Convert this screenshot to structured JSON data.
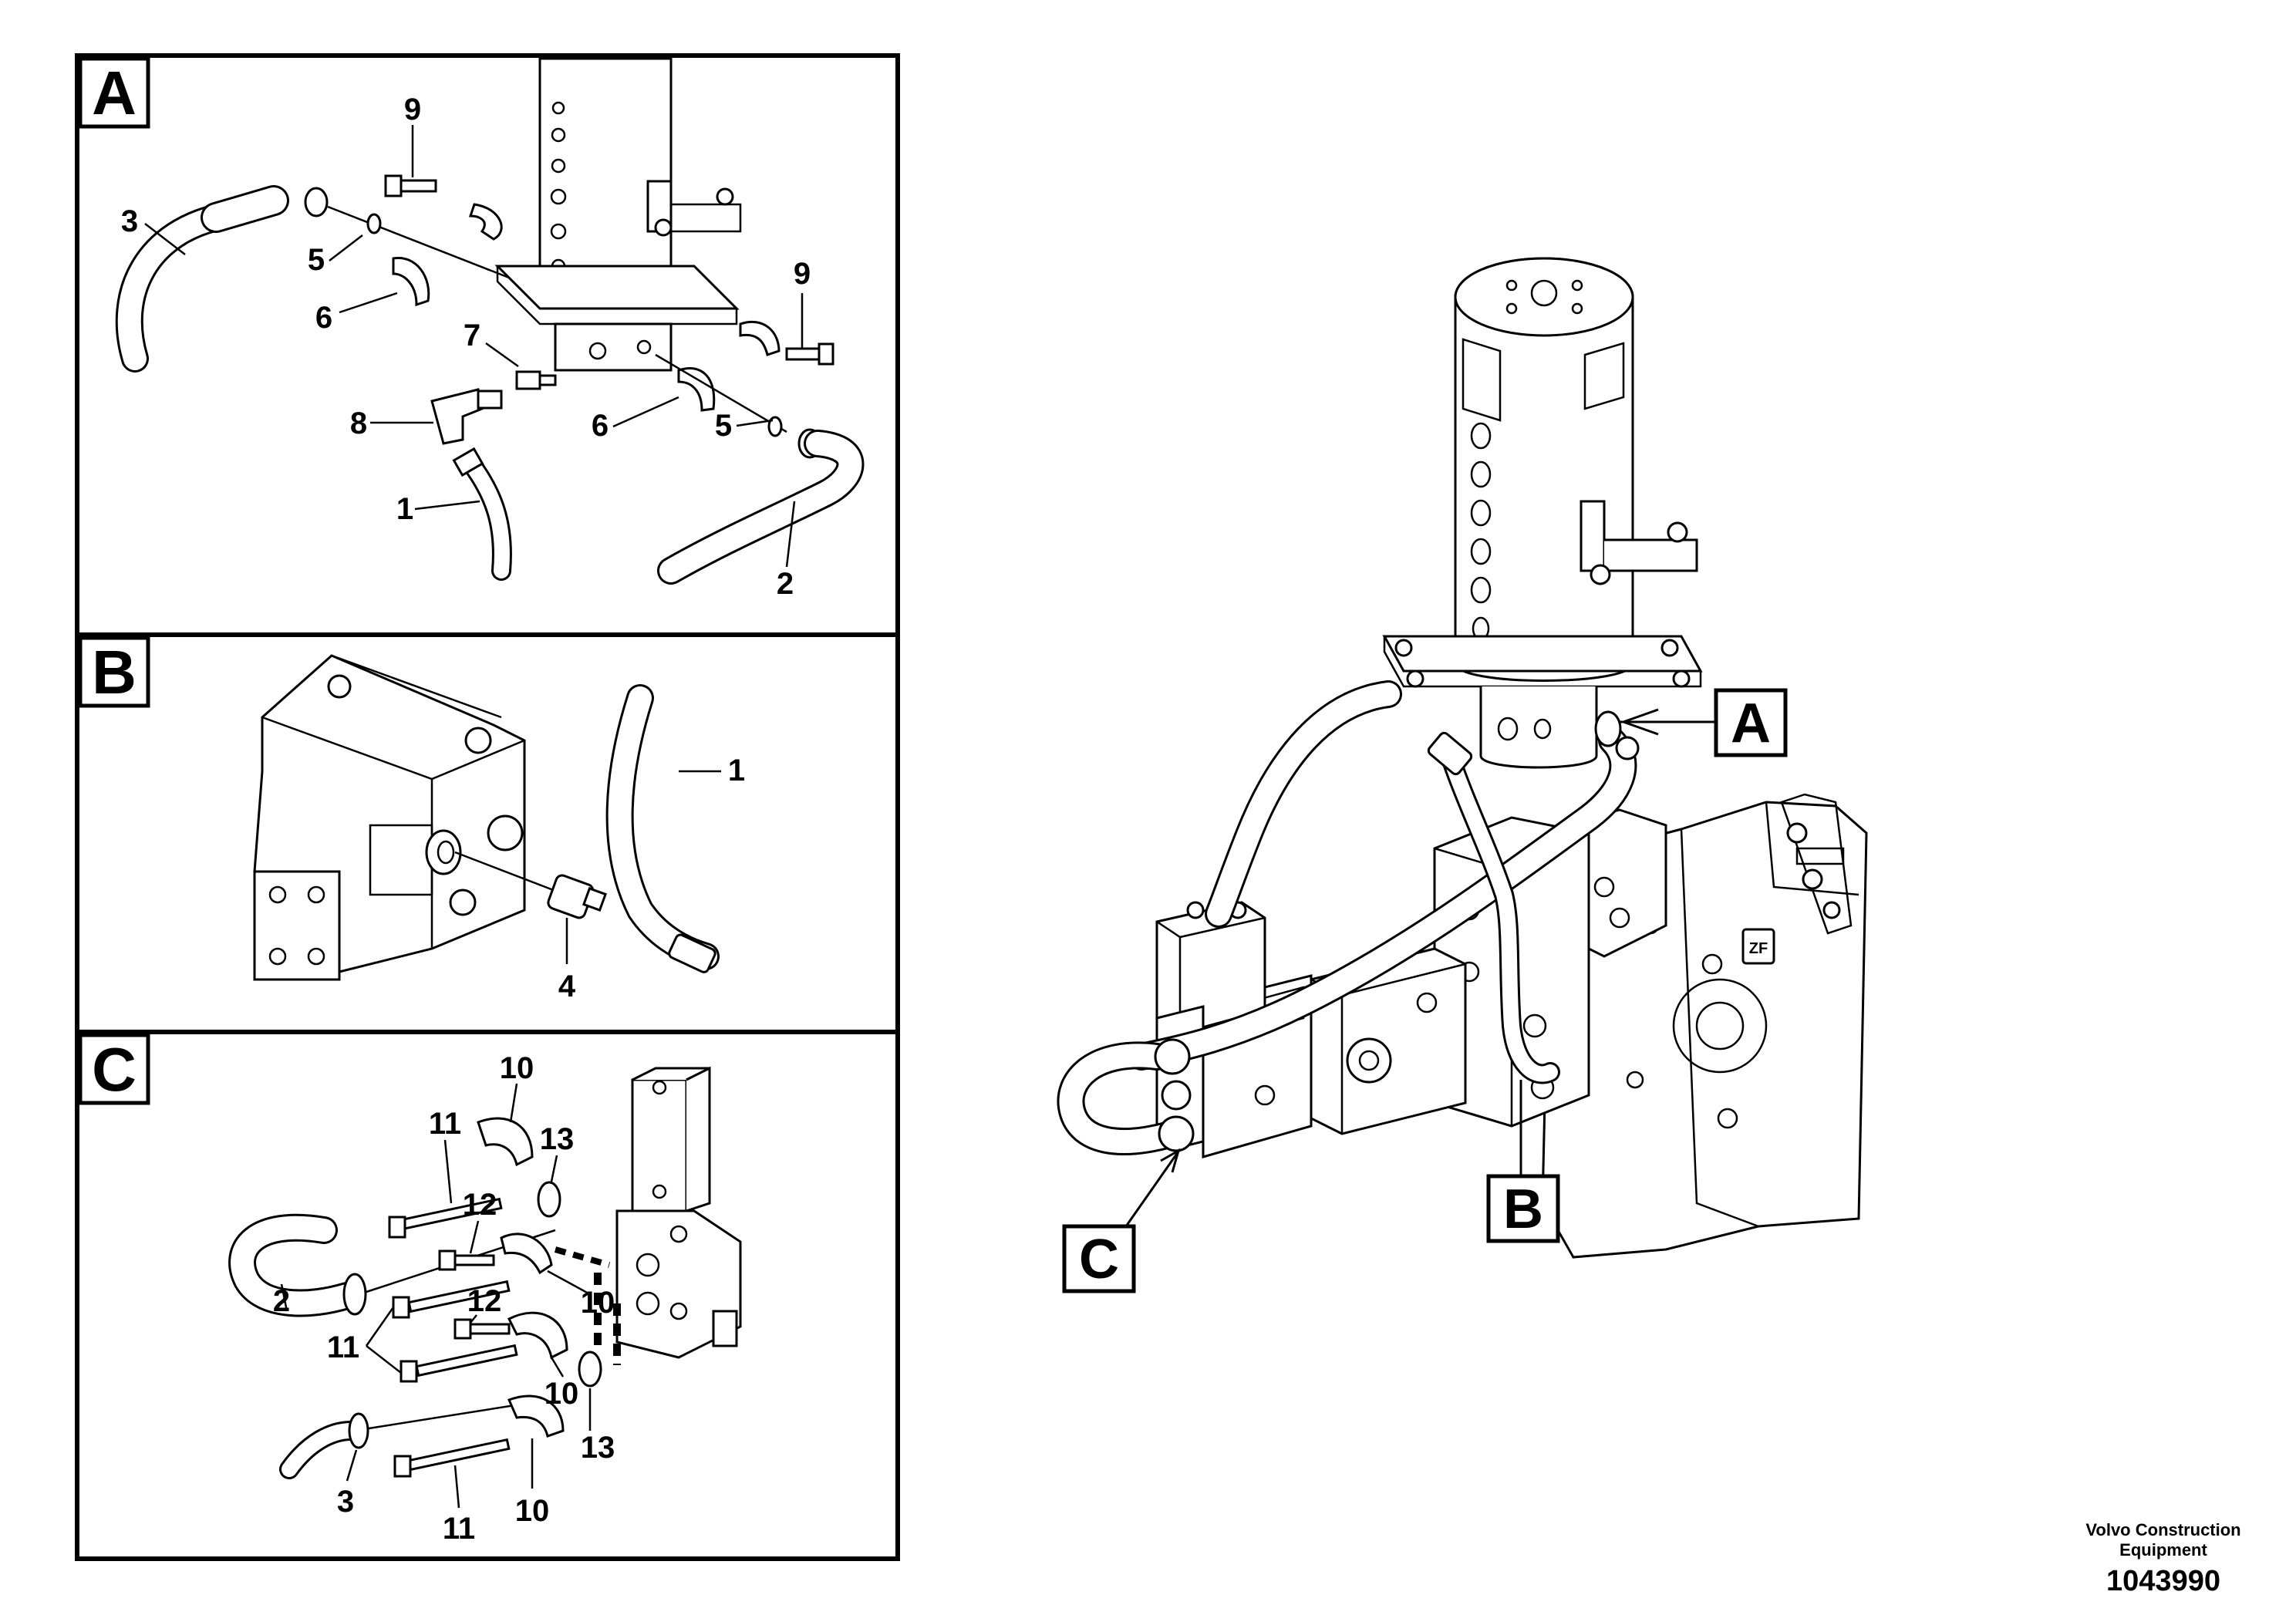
{
  "panels": {
    "a": {
      "letter": "A",
      "callouts": [
        "9",
        "3",
        "5",
        "6",
        "9",
        "7",
        "8",
        "6",
        "5",
        "1",
        "2"
      ]
    },
    "b": {
      "letter": "B",
      "callouts": [
        "1",
        "4"
      ]
    },
    "c": {
      "letter": "C",
      "callouts": [
        "10",
        "11",
        "13",
        "12",
        "10",
        "2",
        "12",
        "11",
        "10",
        "13",
        "3",
        "11",
        "10"
      ]
    }
  },
  "overview": {
    "refs": [
      "A",
      "B",
      "C"
    ]
  },
  "caption": {
    "line1": "Volvo Construction",
    "line2": "Equipment",
    "number": "1043990"
  }
}
